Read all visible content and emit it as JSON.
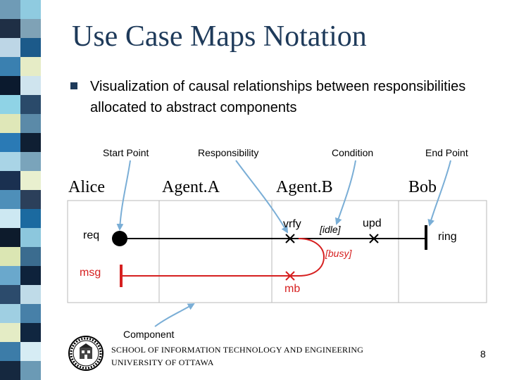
{
  "slide": {
    "title": "Use Case Maps Notation",
    "bullet": "Visualization of causal relationships between responsibilities allocated to abstract components",
    "page_number": "8"
  },
  "callouts": {
    "start_point": "Start Point",
    "responsibility": "Responsibility",
    "condition": "Condition",
    "end_point": "End Point",
    "component": "Component"
  },
  "components": {
    "alice": "Alice",
    "agent_a": "Agent.A",
    "agent_b": "Agent.B",
    "bob": "Bob"
  },
  "map_labels": {
    "req": "req",
    "vrfy": "vrfy",
    "idle": "[idle]",
    "upd": "upd",
    "ring": "ring",
    "busy": "[busy]",
    "msg": "msg",
    "mb": "mb"
  },
  "footer": {
    "line1": "SCHOOL OF INFORMATION TECHNOLOGY AND ENGINEERING",
    "line2": "UNIVERSITY OF OTTAWA"
  },
  "colors": {
    "title": "#1e3a5a",
    "red_path": "#d62020",
    "arrow": "#7aaed6"
  }
}
